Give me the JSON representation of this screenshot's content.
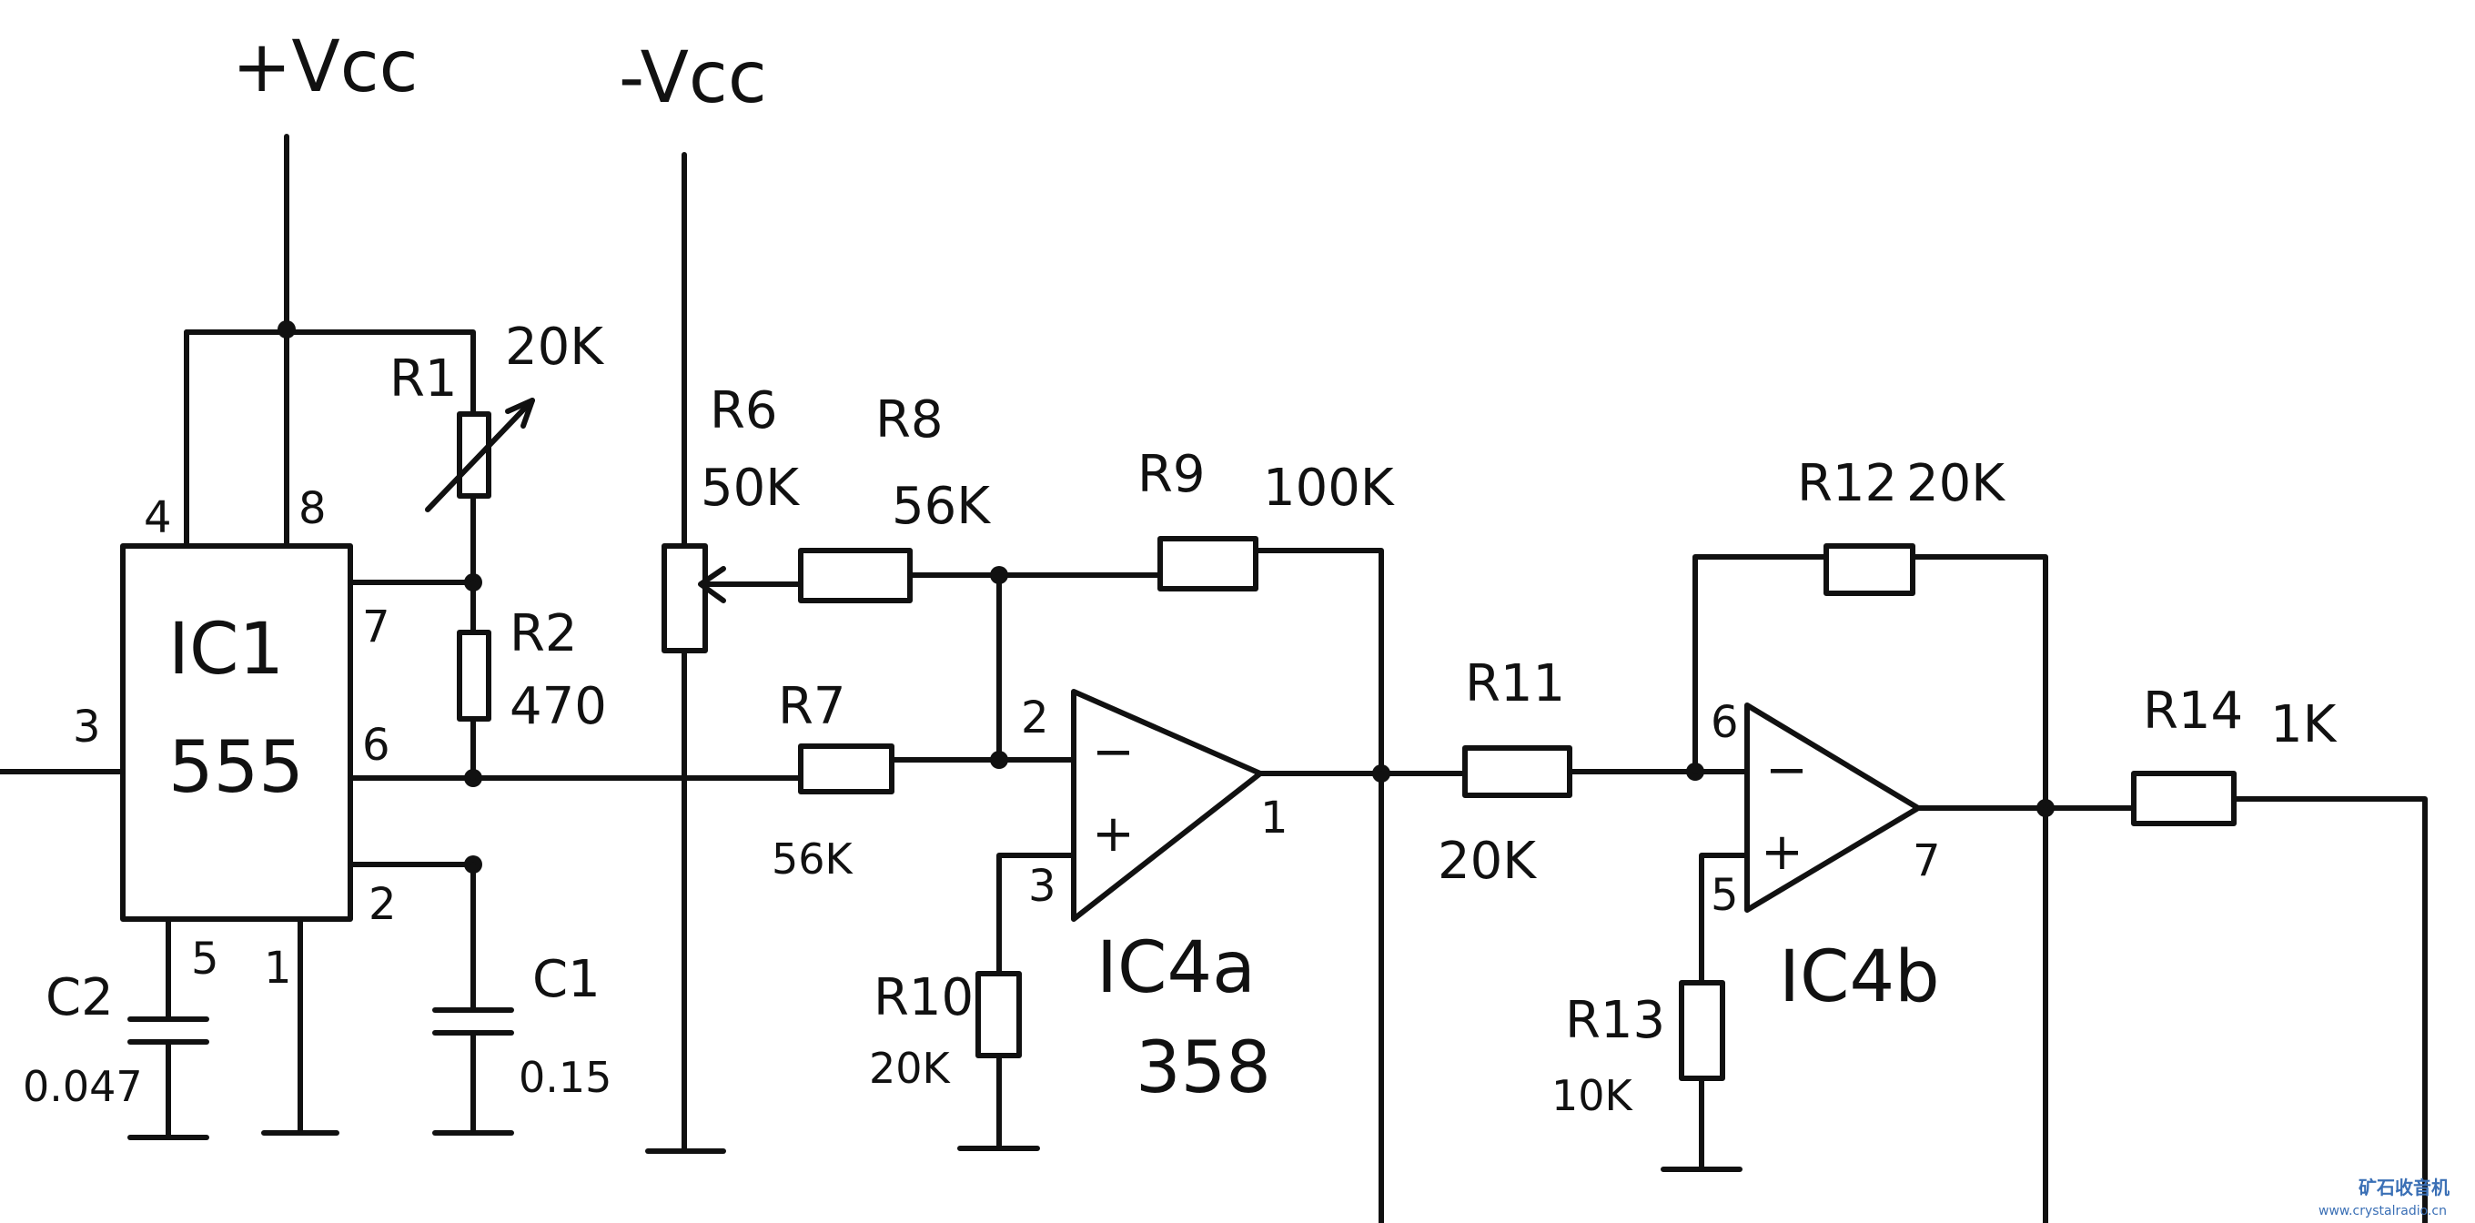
{
  "rails": {
    "pos": "+Vcc",
    "neg": "-Vcc"
  },
  "ic1": {
    "ref": "IC1",
    "part": "555",
    "pins": {
      "p4": "4",
      "p8": "8",
      "p7": "7",
      "p6": "6",
      "p3": "3",
      "p2": "2",
      "p5": "5",
      "p1": "1"
    }
  },
  "r1": {
    "ref": "R1",
    "value": "20K"
  },
  "r2": {
    "ref": "R2",
    "value": "470"
  },
  "c1": {
    "ref": "C1",
    "value": "0.15"
  },
  "c2": {
    "ref": "C2",
    "value": "0.047"
  },
  "r6": {
    "ref": "R6",
    "value": "50K"
  },
  "r7": {
    "ref": "R7",
    "value": "56K"
  },
  "r8": {
    "ref": "R8",
    "value": "56K"
  },
  "r9": {
    "ref": "R9",
    "value": "100K"
  },
  "r10": {
    "ref": "R10",
    "value": "20K"
  },
  "r11": {
    "ref": "R11",
    "value": "20K"
  },
  "r12": {
    "ref": "R12",
    "value": "20K"
  },
  "r13": {
    "ref": "R13",
    "value": "10K"
  },
  "r14": {
    "ref": "R14",
    "value": "1K"
  },
  "ic4a": {
    "ref": "IC4a",
    "part": "358",
    "minus": "−",
    "plus": "+",
    "pins": {
      "inv": "2",
      "noninv": "3",
      "out": "1"
    }
  },
  "ic4b": {
    "ref": "IC4b",
    "minus": "−",
    "plus": "+",
    "pins": {
      "inv": "6",
      "noninv": "5",
      "out": "7"
    }
  },
  "watermark": {
    "line1": "矿石收音机",
    "line2": "www.crystalradio.cn"
  },
  "colors": {
    "ink": "#111111",
    "watermark": "#3a6fb5"
  }
}
